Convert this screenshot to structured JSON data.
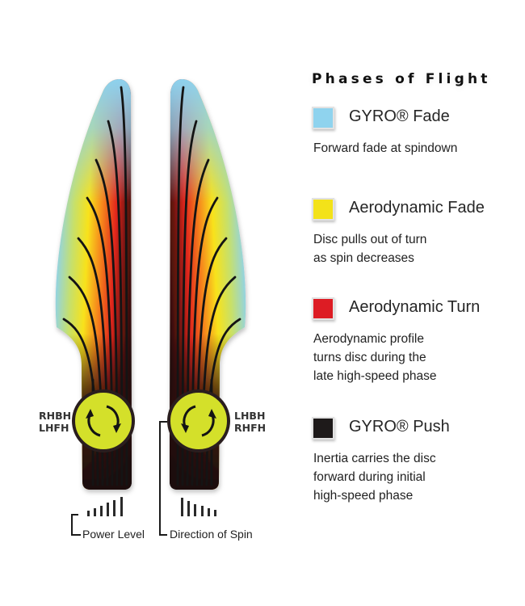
{
  "legend": {
    "title": "Phases of Flight",
    "items": [
      {
        "label": "GYRO® Fade",
        "color": "#8fd3ee",
        "description": "Forward fade at spindown"
      },
      {
        "label": "Aerodynamic Fade",
        "color": "#f3e219",
        "description": "Disc pulls out of turn\nas spin decreases"
      },
      {
        "label": "Aerodynamic Turn",
        "color": "#dd1c24",
        "description": "Aerodynamic profile\nturns disc during the\nlate high-speed phase"
      },
      {
        "label": "GYRO® Push",
        "color": "#1e1a1a",
        "description": "Inertia carries the disc\nforward during initial\nhigh-speed phase"
      }
    ]
  },
  "diagrams": {
    "left": {
      "throw_labels": [
        "RHBH",
        "LHFH"
      ],
      "rotation": "clockwise"
    },
    "right": {
      "throw_labels": [
        "LHBH",
        "RHFH"
      ],
      "rotation": "counterclockwise"
    }
  },
  "indicators": {
    "power_level": "Power Level",
    "direction_of_spin": "Direction of Spin"
  },
  "colors": {
    "spin_circle": "#d4e02a",
    "spin_circle_border": "#2a1e1e"
  }
}
